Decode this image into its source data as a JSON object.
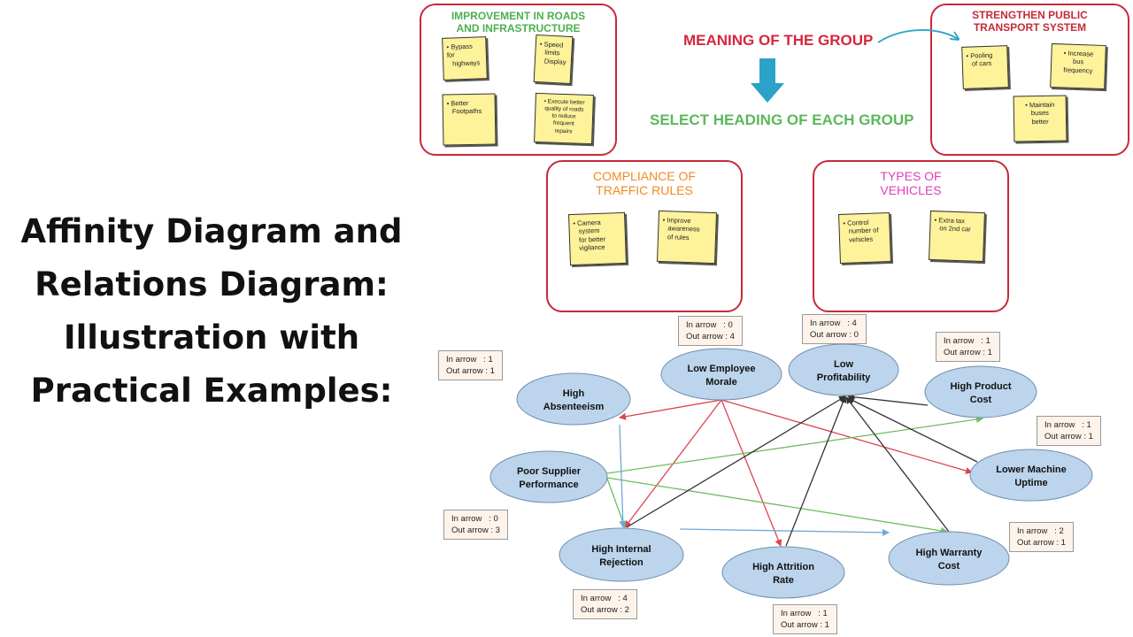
{
  "main_title": {
    "line1": "Affinity Diagram and",
    "line2": "Relations Diagram:",
    "line3": "Illustration with",
    "line4": "Practical Examples:"
  },
  "affinity": {
    "meaning_label": "MEANING OF THE GROUP",
    "select_label": "SELECT HEADING OF EACH GROUP",
    "colors": {
      "box_border": "#c62a3a",
      "note_fill": "#fef29a",
      "arrow": "#2aa2c9"
    },
    "groups": [
      {
        "title_line1": "IMPROVEMENT IN ROADS",
        "title_line2": "AND INFRASTRUCTURE",
        "title_color": "#4caf50",
        "notes": [
          [
            "• Bypass for",
            "highways"
          ],
          [
            "• Speed",
            "limits",
            "Display"
          ],
          [
            "• Better",
            "Footpaths"
          ],
          [
            "• Execute better",
            "quality of roads",
            "to reduce",
            "frequent",
            "repairs"
          ]
        ]
      },
      {
        "title_line1": "STRENGTHEN PUBLIC",
        "title_line2": "TRANSPORT SYSTEM",
        "title_color": "#c62a3a",
        "notes": [
          [
            "• Pooling",
            "of cars"
          ],
          [
            "• Increase",
            "bus",
            "frequency"
          ],
          [
            "• Maintain",
            "buses",
            "better"
          ]
        ]
      },
      {
        "title_line1": "COMPLIANCE OF",
        "title_line2": "TRAFFIC RULES",
        "title_color": "#f08a24",
        "notes": [
          [
            "• Camera",
            "system",
            "for better",
            "vigilance"
          ],
          [
            "• Improve",
            "awareness",
            "of rules"
          ]
        ]
      },
      {
        "title_line1": "TYPES OF",
        "title_line2": "VEHICLES",
        "title_color": "#e040b5",
        "notes": [
          [
            "• Control",
            "number of",
            "vehicles"
          ],
          [
            "• Extra tax",
            "on 2nd car"
          ]
        ]
      }
    ]
  },
  "relations": {
    "colors": {
      "node_fill": "#bcd4ec",
      "node_stroke": "#6f8fb0",
      "red": "#e0424f",
      "black": "#333333",
      "green": "#6cbf5c",
      "blue": "#6fa8dc"
    },
    "nodes": [
      {
        "id": "morale",
        "line1": "Low Employee",
        "line2": "Morale",
        "in_label": "In arrow   : 0",
        "out_label": "Out arrow : 4"
      },
      {
        "id": "profit",
        "line1": "Low",
        "line2": "Profitability",
        "in_label": "In arrow   : 4",
        "out_label": "Out arrow : 0"
      },
      {
        "id": "absent",
        "line1": "High",
        "line2": "Absenteeism",
        "in_label": "In arrow   : 1",
        "out_label": "Out arrow : 1"
      },
      {
        "id": "cost",
        "line1": "High Product",
        "line2": "Cost",
        "in_label": "In arrow   : 1",
        "out_label": "Out arrow : 1"
      },
      {
        "id": "supplier",
        "line1": "Poor Supplier",
        "line2": "Performance",
        "in_label": "In arrow   : 0",
        "out_label": "Out arrow : 3"
      },
      {
        "id": "machine",
        "line1": "Lower Machine",
        "line2": "Uptime",
        "in_label": "In arrow   : 1",
        "out_label": "Out arrow : 1"
      },
      {
        "id": "reject",
        "line1": "High Internal",
        "line2": "Rejection",
        "in_label": "In arrow   : 4",
        "out_label": "Out arrow : 2"
      },
      {
        "id": "attrition",
        "line1": "High Attrition",
        "line2": "Rate",
        "in_label": "In arrow   : 1",
        "out_label": "Out arrow : 1"
      },
      {
        "id": "warranty",
        "line1": "High Warranty",
        "line2": "Cost",
        "in_label": "In arrow   : 2",
        "out_label": "Out arrow : 1"
      }
    ],
    "edges": [
      {
        "from": "morale",
        "to": "absent",
        "color": "red"
      },
      {
        "from": "morale",
        "to": "machine",
        "color": "red"
      },
      {
        "from": "morale",
        "to": "reject",
        "color": "red"
      },
      {
        "from": "morale",
        "to": "attrition",
        "color": "red"
      },
      {
        "from": "supplier",
        "to": "cost",
        "color": "green"
      },
      {
        "from": "supplier",
        "to": "reject",
        "color": "green"
      },
      {
        "from": "supplier",
        "to": "warranty",
        "color": "green"
      },
      {
        "from": "absent",
        "to": "reject",
        "color": "blue"
      },
      {
        "from": "reject",
        "to": "warranty",
        "color": "blue"
      },
      {
        "from": "reject",
        "to": "profit",
        "color": "black"
      },
      {
        "from": "attrition",
        "to": "profit",
        "color": "black"
      },
      {
        "from": "cost",
        "to": "profit",
        "color": "black"
      },
      {
        "from": "machine",
        "to": "profit",
        "color": "black"
      },
      {
        "from": "warranty",
        "to": "profit",
        "color": "black"
      }
    ]
  }
}
